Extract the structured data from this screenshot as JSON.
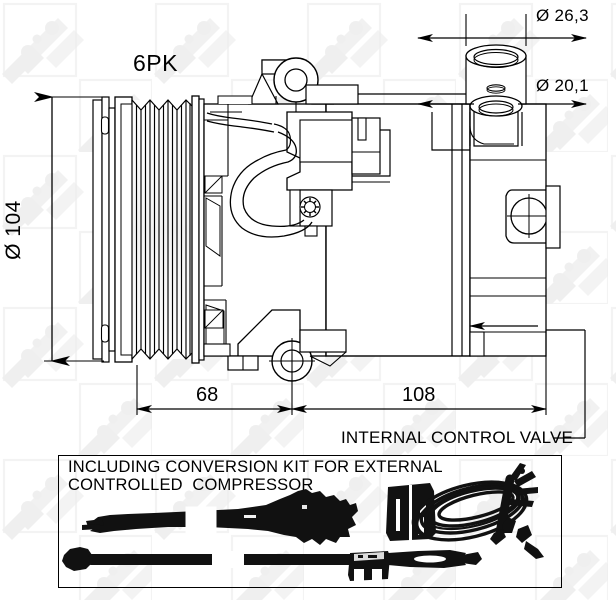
{
  "document": {
    "type": "technical-drawing",
    "subject": "air-conditioning-compressor",
    "brand_watermark": "NRF"
  },
  "labels": {
    "pulley": "6PK",
    "diameter_pulley": "Ø 104",
    "port_upper": "Ø 26,3",
    "port_lower": "Ø 20,1",
    "length_front": "68",
    "length_rear": "108",
    "control_valve": "INTERNAL CONTROL VALVE"
  },
  "kit_box": {
    "line1": "INCLUDING CONVERSION KIT FOR EXTERNAL",
    "line2": "CONTROLLED  COMPRESSOR"
  },
  "colors": {
    "ink": "#000000",
    "paper": "#ffffff",
    "watermark": "#f0f0f0",
    "watermark_frame": "#f4f4f4",
    "shade_light": "#fbfbfb",
    "shade_mid": "#f2f2f2",
    "shade_dark": "#e6e6e6"
  },
  "chart_data": {
    "type": "table",
    "title": "Compressor dimensions",
    "categories": [
      "Ø 104",
      "Ø 26,3",
      "Ø 20,1",
      "68",
      "108"
    ],
    "values": [
      104,
      26.3,
      20.1,
      68,
      108
    ]
  }
}
